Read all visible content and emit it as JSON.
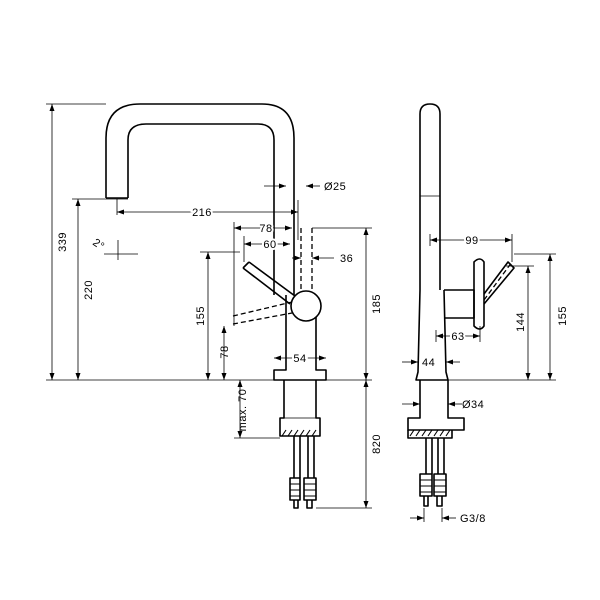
{
  "dimensions": {
    "total_height": "339",
    "spout_height": "220",
    "spout_reach": "216",
    "spout_angle": "2°",
    "spout_diameter": "Ø25",
    "handle_reach": "78",
    "handle_offset": "60",
    "handle_body_offset": "36",
    "handle_height": "155",
    "handle_low_height": "78",
    "body_height": "185",
    "base_width": "54",
    "max_thickness": "max. 70",
    "shank_length": "820",
    "side_reach": "99",
    "side_handle_height": "144",
    "side_total": "155",
    "side_body_depth": "63",
    "side_base_width": "44",
    "flange_diameter": "Ø34",
    "thread": "G3/8"
  }
}
